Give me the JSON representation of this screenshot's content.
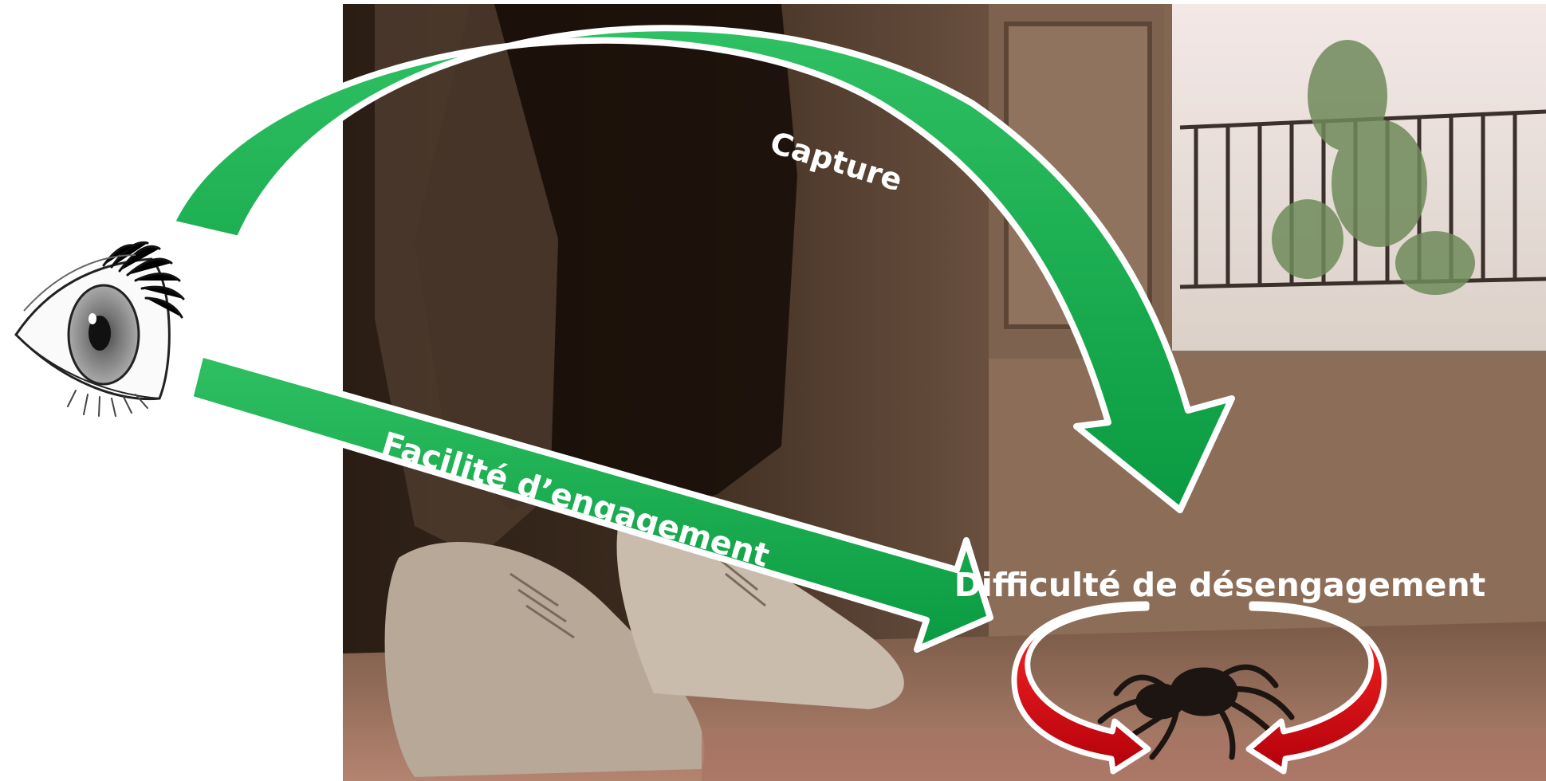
{
  "labels": {
    "capture": "Capture",
    "ease_of_engagement": "Facilité d’engagement",
    "difficulty_of_disengagement": "Difficulté de désengagement"
  },
  "colors": {
    "arrow_green": "#0da84a",
    "arrow_green_light": "#2ec062",
    "arrow_outline": "#ffffff",
    "cycle_red": "#e30613",
    "cycle_red_dark": "#9e0008",
    "label_text": "#ffffff"
  },
  "icons": {
    "eye": "eye-icon",
    "spider": "spider-icon",
    "shoes": "shoes-illustration"
  }
}
